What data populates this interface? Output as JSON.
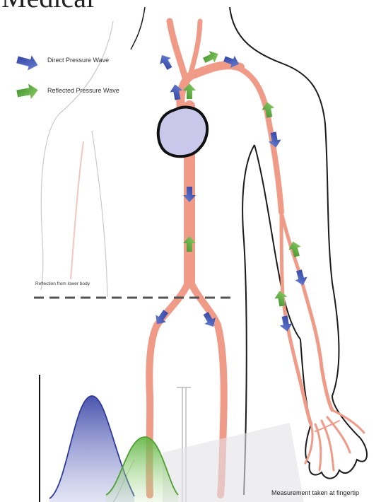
{
  "title": "Medical",
  "legend": {
    "direct_label": "Direct Pressure Wave",
    "reflected_label": "Reflected Pressure Wave"
  },
  "annotations": {
    "reflection_label": "Reflection from lower body",
    "measurement_label": "Measurement taken at fingertip"
  },
  "colors": {
    "direct_arrow": "#3b4fb0",
    "reflected_arrow": "#5aa83a",
    "artery": "#f2a090",
    "heart": "#c9c8ea",
    "blue_wave": "#4a55b5",
    "green_wave": "#6cbf4a"
  }
}
